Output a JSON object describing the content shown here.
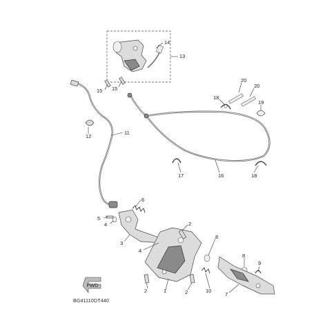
{
  "diagram_code": "BG41110DT440",
  "front_arrow_label": "FWD",
  "callouts": {
    "c1": "1",
    "c2a": "2",
    "c2b": "2",
    "c2c": "2",
    "c3": "3",
    "c4a": "4",
    "c4b": "4",
    "c5": "5",
    "c6": "6",
    "c7": "7",
    "c8a": "8",
    "c8b": "8",
    "c9": "9",
    "c10": "10",
    "c11": "11",
    "c12": "12",
    "c13": "13",
    "c14": "14",
    "c15a": "15",
    "c15b": "15",
    "c16": "16",
    "c17": "17",
    "c18a": "18",
    "c18b": "18",
    "c19": "19",
    "c20a": "20",
    "c20b": "20"
  }
}
